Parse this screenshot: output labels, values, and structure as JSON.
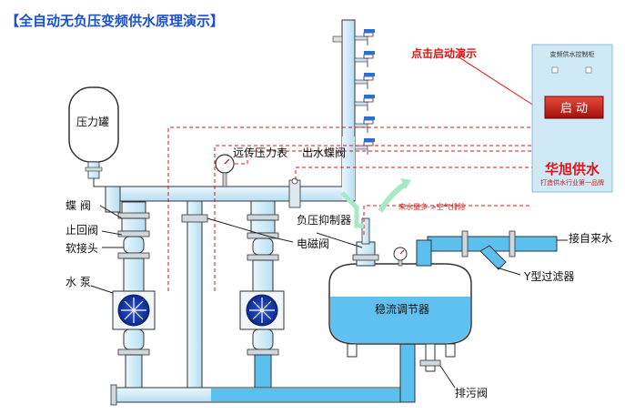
{
  "title": "【全自动无负压变频供水原理演示】",
  "click_hint": "点击启动演示",
  "control_panel": {
    "title": "变频供水控制柜",
    "start_label": "启 动",
    "brand": "华旭供水",
    "slogan": "打造供水行业第一品牌"
  },
  "labels": {
    "pressure_tank": "压力罐",
    "remote_gauge": "远传压力表",
    "outlet_butterfly": "出水蝶阀",
    "butterfly": "蝶 阀",
    "check_valve": "止回阀",
    "soft_joint": "软接头",
    "pump": "水  泵",
    "negative_suppressor": "负压抑制器",
    "solenoid": "电磁阀",
    "air_note": "来水量多->空气排除",
    "inlet": "接自来水",
    "y_filter": "Y型过滤器",
    "stabilizer": "稳流调节器",
    "drain_valve": "排污阀"
  },
  "colors": {
    "pipe": "#bfe3f5",
    "pipe_stroke": "#2a2a2a",
    "water": "#5cc0ef",
    "tank_water": "#5fc1f0",
    "title": "#1a4fd0",
    "accent_red": "#e01414",
    "panel_bg": "#cfe9f7"
  }
}
